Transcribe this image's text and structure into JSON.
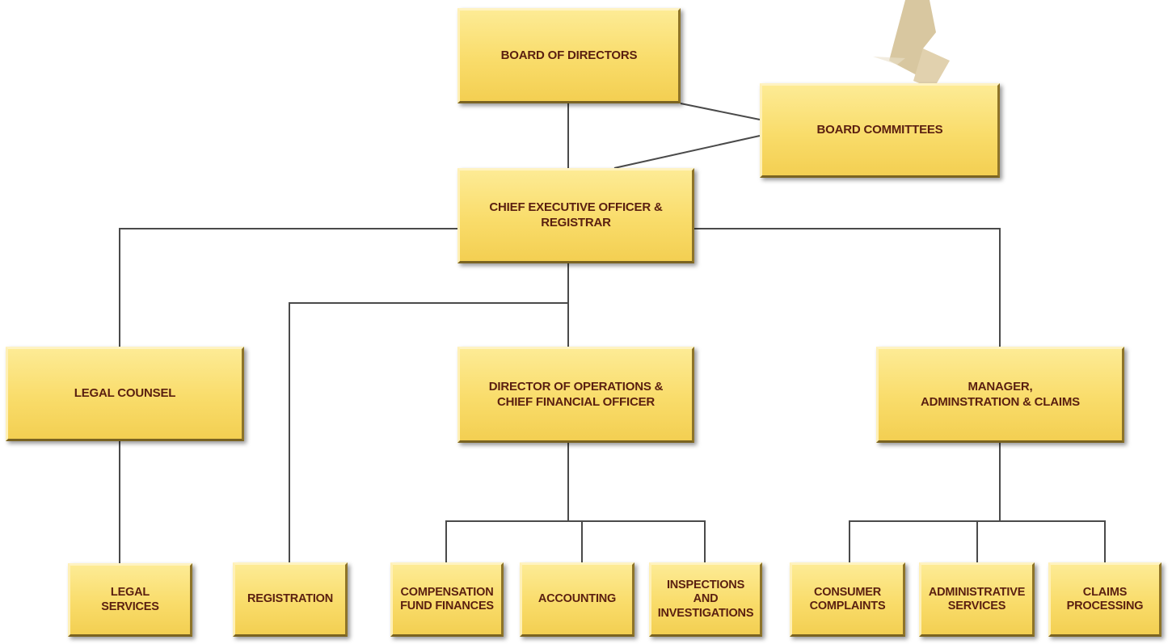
{
  "nodes": {
    "board": "BOARD OF DIRECTORS",
    "committees": "BOARD COMMITTEES",
    "ceo": "CHIEF EXECUTIVE OFFICER &\nREGISTRAR",
    "legal_counsel": "LEGAL COUNSEL",
    "director_ops": "DIRECTOR OF OPERATIONS &\nCHIEF FINANCIAL OFFICER",
    "manager_admin": "MANAGER,\nADMINSTRATION & CLAIMS",
    "legal_services": "LEGAL\nSERVICES",
    "registration": "REGISTRATION",
    "compensation": "COMPENSATION\nFUND FINANCES",
    "accounting": "ACCOUNTING",
    "inspections": "INSPECTIONS\nAND\nINVESTIGATIONS",
    "consumer": "CONSUMER\nCOMPLAINTS",
    "administrative": "ADMINISTRATIVE\nSERVICES",
    "claims": "CLAIMS\nPROCESSING"
  },
  "colors": {
    "box_fill": "#f9dc6a",
    "text": "#5a1f10",
    "connector": "#4a4a4a"
  }
}
